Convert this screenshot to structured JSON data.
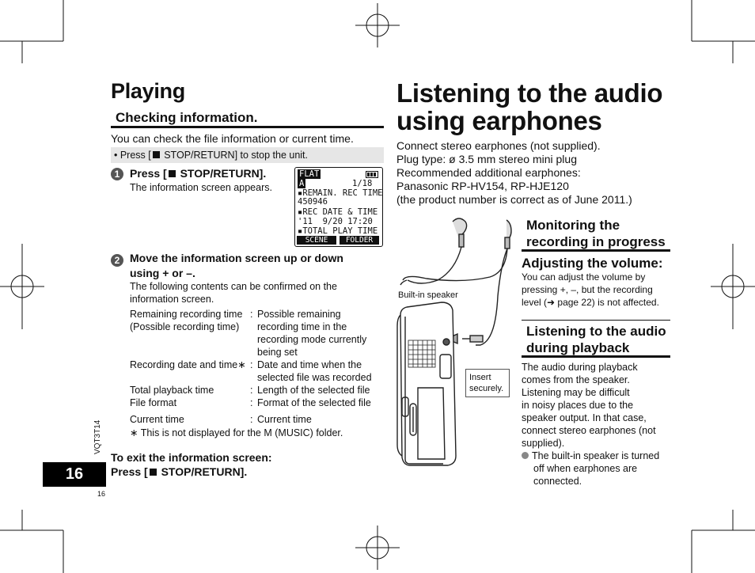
{
  "left": {
    "title": "Playing",
    "section_title": "Checking information.",
    "intro": "You can check the file information or current time.",
    "note_prefix": "•  Press [",
    "note_suffix": " STOP/RETURN] to stop the unit.",
    "step1": {
      "num": "1",
      "title_prefix": "Press [",
      "title_suffix": " STOP/RETURN].",
      "desc": "The information screen appears."
    },
    "lcd": {
      "mode": "FLAT",
      "folder": "A",
      "count": "1/18",
      "line1": "▪REMAIN. REC TIME",
      "line2": "450946",
      "line3": "▪REC DATE & TIME",
      "line4": "'11  9/20 17:20",
      "line5": "▪TOTAL PLAY TIME",
      "soft_left": "SCENE",
      "soft_right": "FOLDER"
    },
    "step2": {
      "num": "2",
      "title_line1": "Move the information screen up or down",
      "title_line2": "using + or –.",
      "desc_line1": "The following contents can be confirmed on the",
      "desc_line2": "information screen."
    },
    "table": [
      {
        "k1": "Remaining recording time",
        "k2": "(Possible recording time)",
        "sep": ":",
        "v": [
          "Possible remaining",
          "recording time in the",
          "recording mode currently",
          "being set"
        ]
      },
      {
        "k1": "Recording date and time∗",
        "k2": "",
        "sep": ":",
        "v": [
          "Date and time when the",
          "selected file was recorded"
        ]
      },
      {
        "k1": "Total playback time",
        "k2": "",
        "sep": ":",
        "v": [
          "Length of the selected file"
        ]
      },
      {
        "k1": "File format",
        "k2": "",
        "sep": ":",
        "v": [
          "Format of the selected file"
        ]
      },
      {
        "k1": "Current time",
        "k2": "",
        "sep": ":",
        "v": [
          "Current time"
        ]
      }
    ],
    "footnote": "∗ This is not displayed for the M (MUSIC) folder.",
    "exit_title": "To exit the information screen:",
    "exit_prefix": "Press [",
    "exit_suffix": " STOP/RETURN]."
  },
  "page": {
    "number": "16",
    "small_number": "16",
    "code": "VQT3T14"
  },
  "right": {
    "title_line1": "Listening to the audio",
    "title_line2": "using earphones",
    "lines": [
      "Connect stereo earphones (not supplied).",
      "Plug type: ø 3.5 mm stereo mini plug",
      "Recommended additional earphones:",
      "Panasonic RP-HV154, RP-HJE120",
      "(the product number is correct as of June 2011.)"
    ],
    "label_speaker": "Built-in speaker",
    "label_insert_1": "Insert",
    "label_insert_2": "securely.",
    "monitor_title_1": "Monitoring the",
    "monitor_title_2": "recording in progress",
    "volume_title": "Adjusting the volume:",
    "volume_lines": [
      "You can adjust the volume by",
      "pressing +, –, but the recording",
      "level (➜ page 22) is not affected."
    ],
    "playback_title_1": "Listening to the audio",
    "playback_title_2": "during playback",
    "playback_lines": [
      "The audio during playback",
      "comes from the speaker.",
      "Listening may be difficult",
      "in noisy places due to the",
      "speaker output. In that case,",
      "connect stereo earphones (not",
      "supplied)."
    ],
    "bullet_lines": [
      "The built-in speaker is turned",
      "off when earphones are",
      "connected."
    ]
  }
}
